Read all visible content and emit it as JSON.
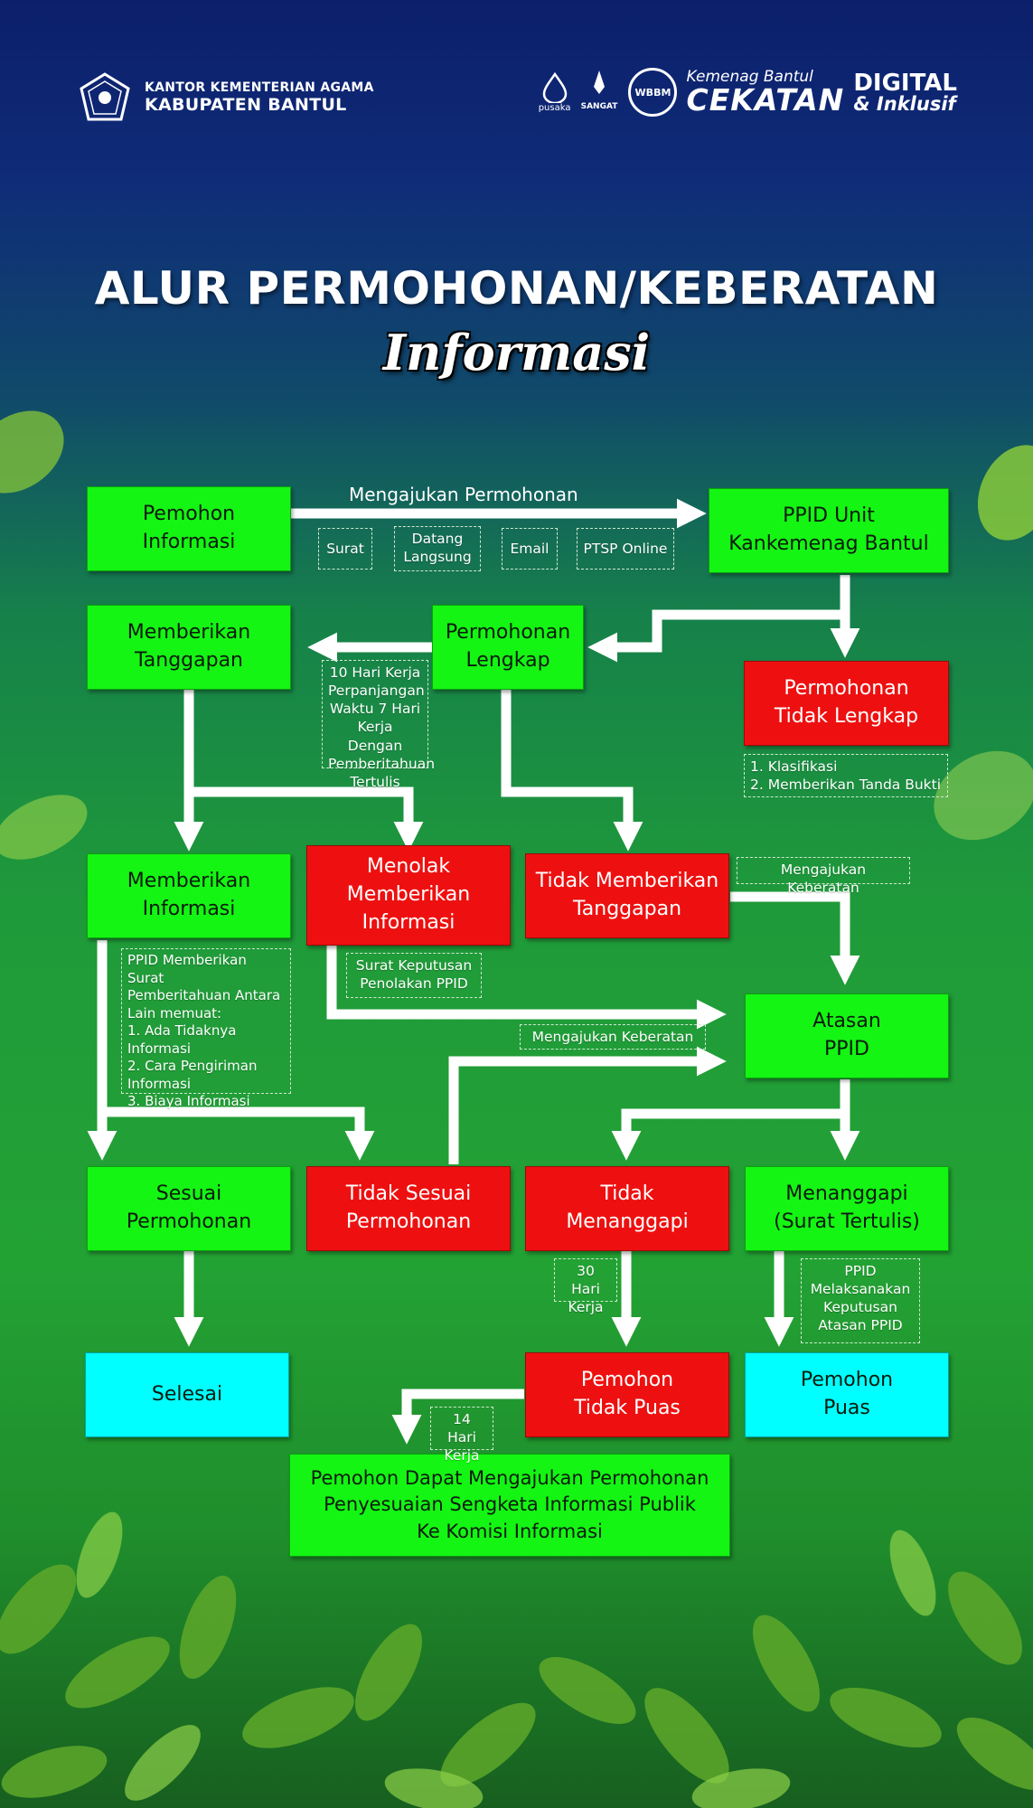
{
  "header": {
    "org_line1": "KANTOR KEMENTERIAN AGAMA",
    "org_line2": "KABUPATEN BANTUL",
    "logos": {
      "pusaka": "pusaka",
      "wbbm": "WBBM",
      "cekatan_top": "Kemenag Bantul",
      "cekatan_main": "CEKATAN",
      "digital_top": "DIGITAL",
      "digital_bottom": "& Inklusif"
    }
  },
  "title": "ALUR PERMOHONAN/KEBERATAN",
  "subtitle": "Informasi",
  "colors": {
    "green_box": "#14f514",
    "red_box": "#ee1010",
    "cyan_box": "#00ffff",
    "arrow": "#ffffff"
  },
  "nodes": {
    "pemohon_informasi": "Pemohon\nInformasi",
    "ppid_unit": "PPID Unit\nKankemenag Bantul",
    "memberikan_tanggapan": "Memberikan\nTanggapan",
    "permohonan_lengkap": "Permohonan\nLengkap",
    "permohonan_tidak_lengkap": "Permohonan\nTidak Lengkap",
    "memberikan_informasi": "Memberikan\nInformasi",
    "menolak": "Menolak\nMemberikan\nInformasi",
    "tidak_memberikan_tanggapan": "Tidak Memberikan\nTanggapan",
    "atasan_ppid": "Atasan\nPPID",
    "sesuai": "Sesuai\nPermohonan",
    "tidak_sesuai": "Tidak Sesuai\nPermohonan",
    "tidak_menanggapi": "Tidak\nMenanggapi",
    "menanggapi": "Menanggapi\n(Surat Tertulis)",
    "selesai": "Selesai",
    "pemohon_tidak_puas": "Pemohon\nTidak Puas",
    "pemohon_puas": "Pemohon\nPuas",
    "komisi": "Pemohon Dapat Mengajukan Permohonan\nPenyesuaian Sengketa Informasi Publik\nKe Komisi Informasi"
  },
  "labels": {
    "mengajukan_permohonan": "Mengajukan Permohonan",
    "channels": [
      "Surat",
      "Datang\nLangsung",
      "Email",
      "PTSP Online"
    ],
    "waktu": "10 Hari Kerja\nPerpanjangan\nWaktu 7 Hari\nKerja Dengan\nPemberitahuan\nTertulis",
    "klasifikasi": "1. Klasifikasi\n2. Memberikan Tanda Bukti",
    "keberatan_1": "Mengajukan Keberatan",
    "keberatan_2": "Mengajukan Keberatan",
    "surat_pemberitahuan": "PPID Memberikan Surat\nPemberitahuan Antara\nLain memuat:\n1. Ada Tidaknya\n    Informasi\n2. Cara Pengiriman\n    Informasi\n3. Biaya Informasi",
    "surat_penolakan": "Surat Keputusan\nPenolakan PPID",
    "hari_30": "30 Hari\nKerja",
    "ppid_melaksanakan": "PPID\nMelaksanakan\nKeputusan\nAtasan PPID",
    "hari_14": "14 Hari\nKerja"
  }
}
